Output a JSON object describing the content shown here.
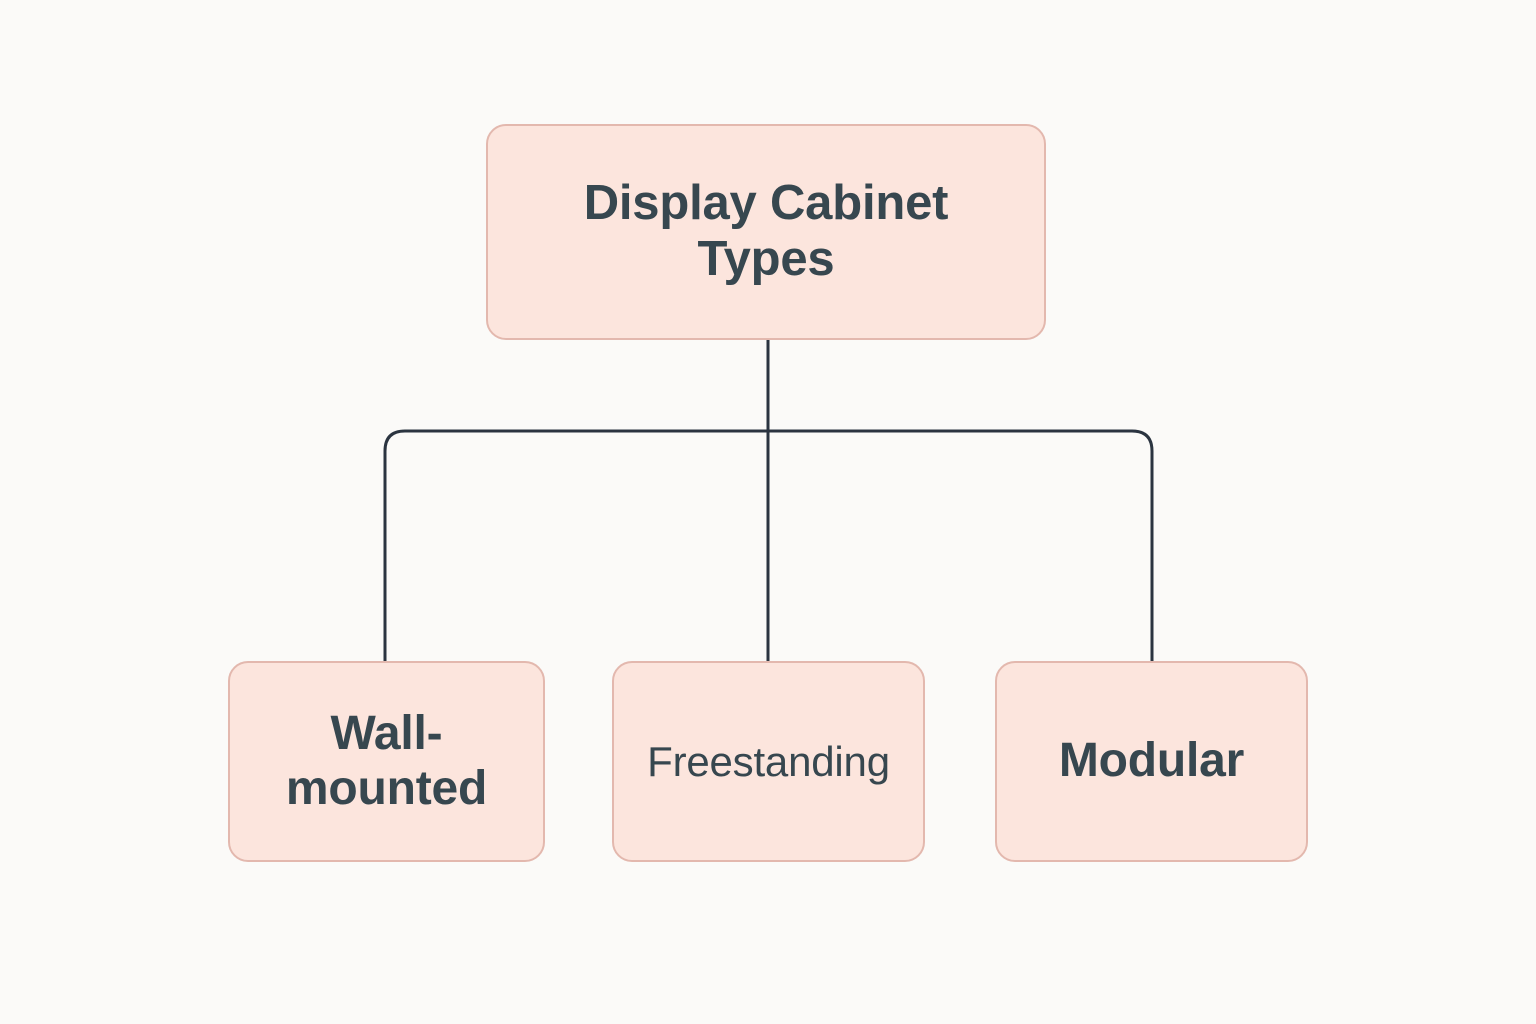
{
  "diagram": {
    "type": "tree-hierarchy",
    "background_color": "#fbfaf8",
    "node_fill_color": "#fce5dd",
    "node_border_color": "#e3b8ae",
    "node_text_color": "#37474f",
    "connector_color": "#2b3440",
    "root": {
      "label": "Display Cabinet Types"
    },
    "children": [
      {
        "label": "Wall-mounted"
      },
      {
        "label": "Freestanding"
      },
      {
        "label": "Modular"
      }
    ]
  }
}
